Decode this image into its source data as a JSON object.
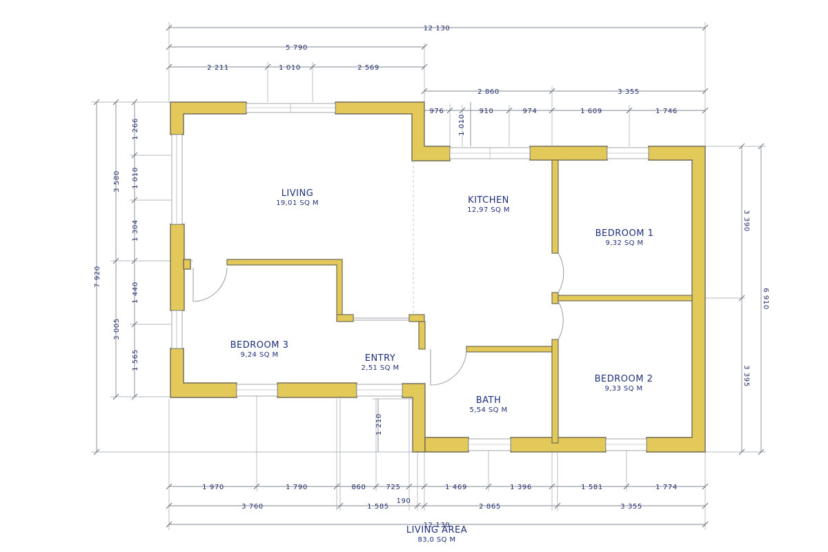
{
  "rooms": [
    {
      "name": "LIVING",
      "area": "19,01 SQ M"
    },
    {
      "name": "KITCHEN",
      "area": "12,97 SQ M"
    },
    {
      "name": "BEDROOM 1",
      "area": "9,32 SQ M"
    },
    {
      "name": "BEDROOM 2",
      "area": "9,33 SQ M"
    },
    {
      "name": "BEDROOM 3",
      "area": "9,24 SQ M"
    },
    {
      "name": "ENTRY",
      "area": "2,51 SQ M"
    },
    {
      "name": "BATH",
      "area": "5,54 SQ M"
    }
  ],
  "summary": {
    "label": "LIVING AREA",
    "area": "83,0 SQ M"
  },
  "dimensions": {
    "top_overall": "12 130",
    "top_living": "5 790",
    "top_living_parts": [
      "2 211",
      "1 010",
      "2 569"
    ],
    "top_kitchen": "2 860",
    "top_bedroom": "3 355",
    "top_kitchen_parts": [
      "976",
      "910",
      "974"
    ],
    "top_bedroom_parts": [
      "1 609",
      "1 746"
    ],
    "kitchen_step": "1 010",
    "left_overall": "7 920",
    "left_upper": "3 580",
    "left_lower": "3 005",
    "left_parts": [
      "1 266",
      "1 010",
      "1 304",
      "1 440",
      "1 565"
    ],
    "right_overall": "6 910",
    "right_parts": [
      "3 390",
      "3 395"
    ],
    "entry_depth": "1 210",
    "bottom_parts": [
      "1 970",
      "1 790",
      "860",
      "725",
      "1 469",
      "1 396",
      "1 581",
      "1 774"
    ],
    "bottom_groups": [
      "3 760",
      "1 585",
      "190",
      "2 865",
      "3 355"
    ],
    "bottom_overall": "12 130"
  }
}
